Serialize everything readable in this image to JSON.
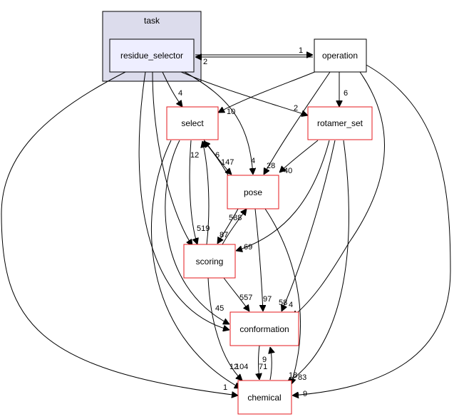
{
  "cluster": {
    "label": "task",
    "fill": "#dcdcec",
    "stroke": "#000000"
  },
  "nodes": {
    "residue_selector": {
      "label": "residue_selector",
      "fill": "#eeeeff",
      "stroke": "#000000"
    },
    "operation": {
      "label": "operation",
      "fill": "#ffffff",
      "stroke": "#000000"
    },
    "select": {
      "label": "select",
      "fill": "#ffffff",
      "stroke": "#e41a1c"
    },
    "rotamer_set": {
      "label": "rotamer_set",
      "fill": "#ffffff",
      "stroke": "#e41a1c"
    },
    "pose": {
      "label": "pose",
      "fill": "#ffffff",
      "stroke": "#e41a1c"
    },
    "scoring": {
      "label": "scoring",
      "fill": "#ffffff",
      "stroke": "#e41a1c"
    },
    "conformation": {
      "label": "conformation",
      "fill": "#ffffff",
      "stroke": "#e41a1c"
    },
    "chemical": {
      "label": "chemical",
      "fill": "#ffffff",
      "stroke": "#e41a1c"
    }
  },
  "edge_labels": {
    "operation_to_residue_selector": "2",
    "residue_selector_to_operation": "1",
    "residue_selector_to_select": "4",
    "residue_selector_to_rotamer_set": "2",
    "residue_selector_to_pose": "4",
    "residue_selector_to_chemical": "1",
    "operation_to_select": "10",
    "operation_to_rotamer_set": "6",
    "operation_to_pose": "28",
    "operation_to_conformation": "4",
    "operation_to_chemical": "9",
    "select_to_pose": "147",
    "pose_to_select": "6",
    "select_to_scoring": "519",
    "scoring_to_select": "12",
    "select_to_conformation": "45",
    "select_to_chemical": "12",
    "rotamer_set_to_pose": "40",
    "rotamer_set_to_scoring": "69",
    "rotamer_set_to_conformation": "58",
    "rotamer_set_to_chemical": "18",
    "pose_to_scoring": "87",
    "scoring_to_pose": "588",
    "pose_to_conformation": "97",
    "pose_to_chemical": "83",
    "scoring_to_conformation": "557",
    "scoring_to_chemical": "104",
    "conformation_to_chemical": "71",
    "chemical_to_conformation": "9"
  }
}
